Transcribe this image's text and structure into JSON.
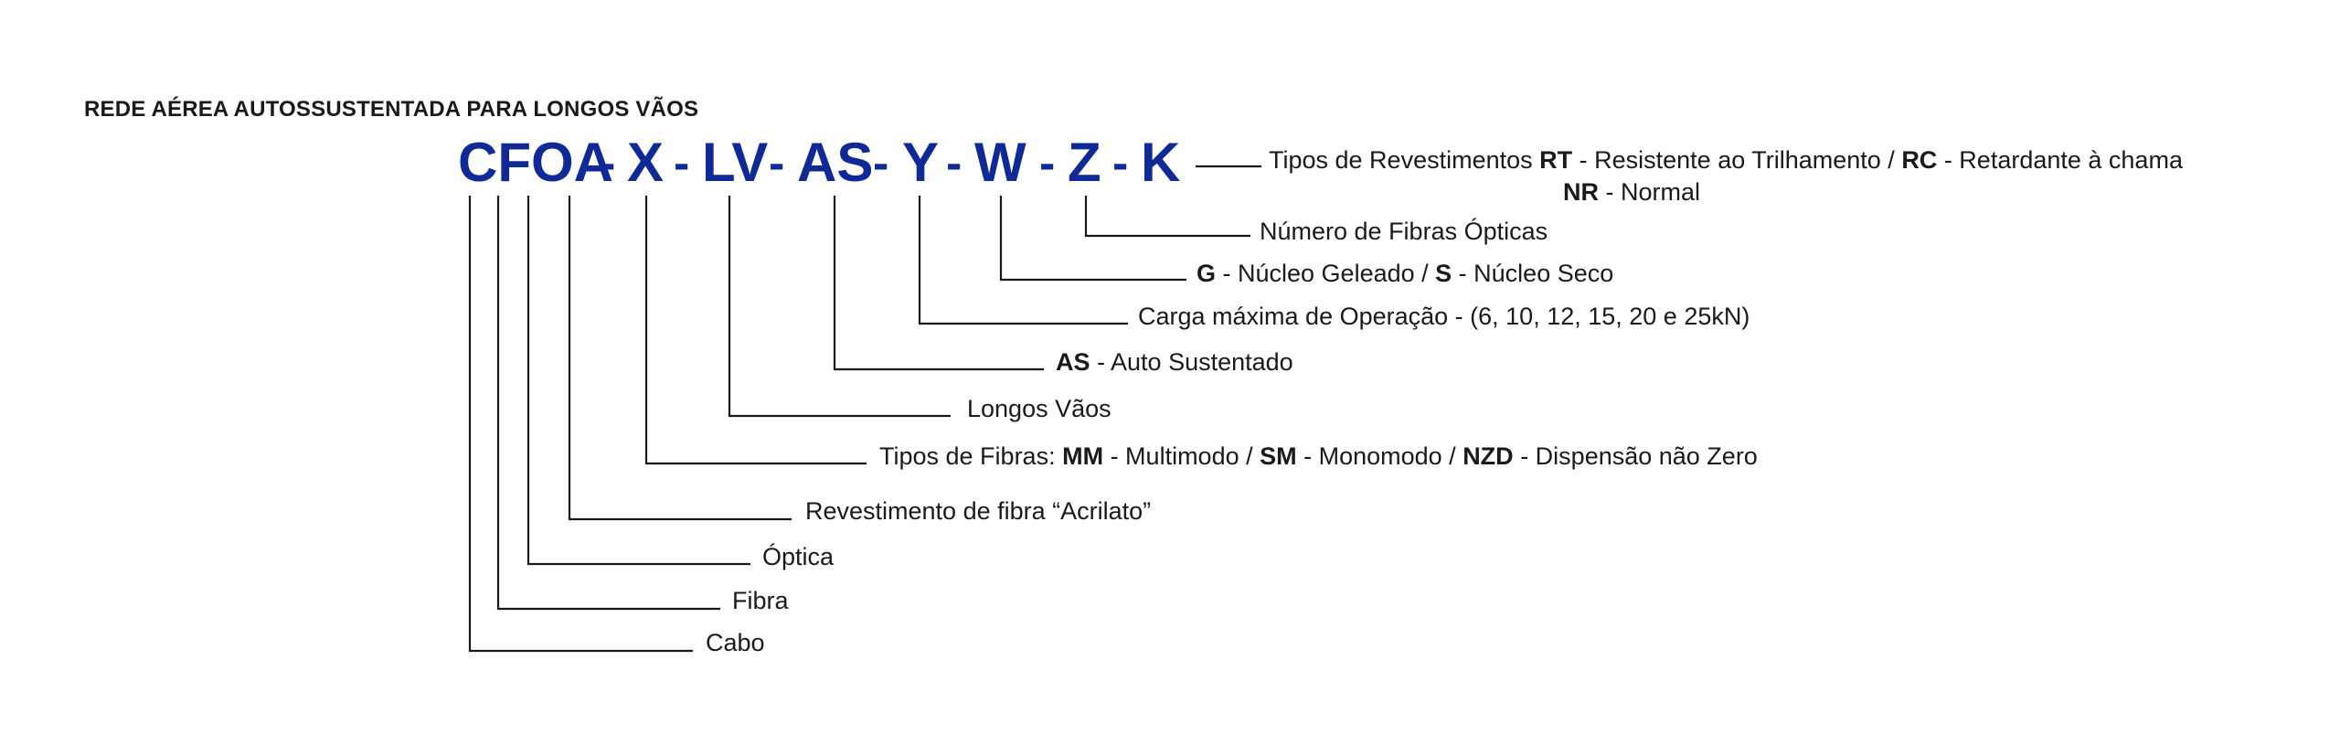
{
  "title": "REDE AÉREA AUTOSSUSTENTADA PARA LONGOS VÃOS",
  "code": {
    "c1": "CFOA",
    "s1": "-",
    "c2": "X",
    "s2": "-",
    "c3": "LV",
    "s3": "-",
    "c4": "AS",
    "s4": "-",
    "c5": "Y",
    "s5": "-",
    "c6": "W",
    "s6": "-",
    "c7": "Z",
    "s7": "-",
    "c8": "K"
  },
  "labels": {
    "revest": {
      "t1": "Tipos de Revestimentos ",
      "b1": "RT",
      "t2": " - Resistente ao Trilhamento / ",
      "b2": "RC",
      "t3": " - Retardante à chama",
      "b3": "NR",
      "t4": " - Normal"
    },
    "nfibras": "Número de Fibras Ópticas",
    "nucleo": {
      "b1": "G",
      "t1": " - Núcleo Geleado / ",
      "b2": "S",
      "t2": " - Núcleo Seco"
    },
    "carga": "Carga máxima de Operação - (6, 10, 12, 15, 20 e 25kN)",
    "auto": {
      "b1": "AS",
      "t1": " - Auto Sustentado"
    },
    "longos": "Longos Vãos",
    "fibras": {
      "t1": "Tipos de Fibras: ",
      "b1": "MM",
      "t2": " - Multimodo / ",
      "b2": "SM",
      "t3": " - Monomodo / ",
      "b3": "NZD",
      "t4": " - Dispensão não Zero"
    },
    "acrilato": "Revestimento de fibra “Acrilato”",
    "optica": "Óptica",
    "fibra": "Fibra",
    "cabo": "Cabo"
  }
}
